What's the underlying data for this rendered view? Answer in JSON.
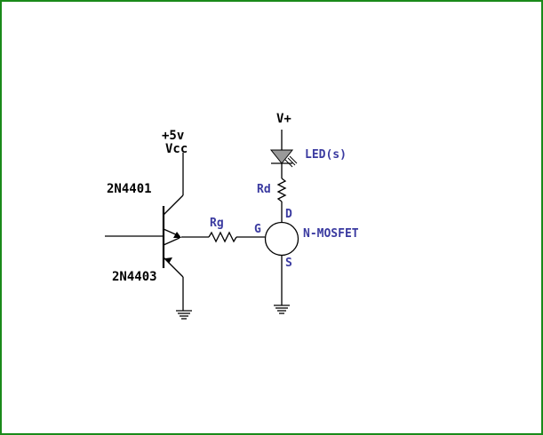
{
  "diagram": {
    "border_color": "#1a8a1a",
    "label_color": "#3a3aa0",
    "labels": {
      "supply_5v": "+5v",
      "vcc": "Vcc",
      "npn": "2N4401",
      "pnp": "2N4403",
      "rg": "Rg",
      "gate": "G",
      "drain": "D",
      "source": "S",
      "mosfet": "N-MOSFET",
      "vplus": "V+",
      "led": "LED(s)",
      "rd": "Rd"
    },
    "icons": {
      "npn": "npn-transistor-icon",
      "pnp": "pnp-transistor-icon",
      "mosfet": "mosfet-icon",
      "led": "led-diode-icon",
      "resistor": "resistor-icon",
      "ground": "ground-icon"
    }
  }
}
